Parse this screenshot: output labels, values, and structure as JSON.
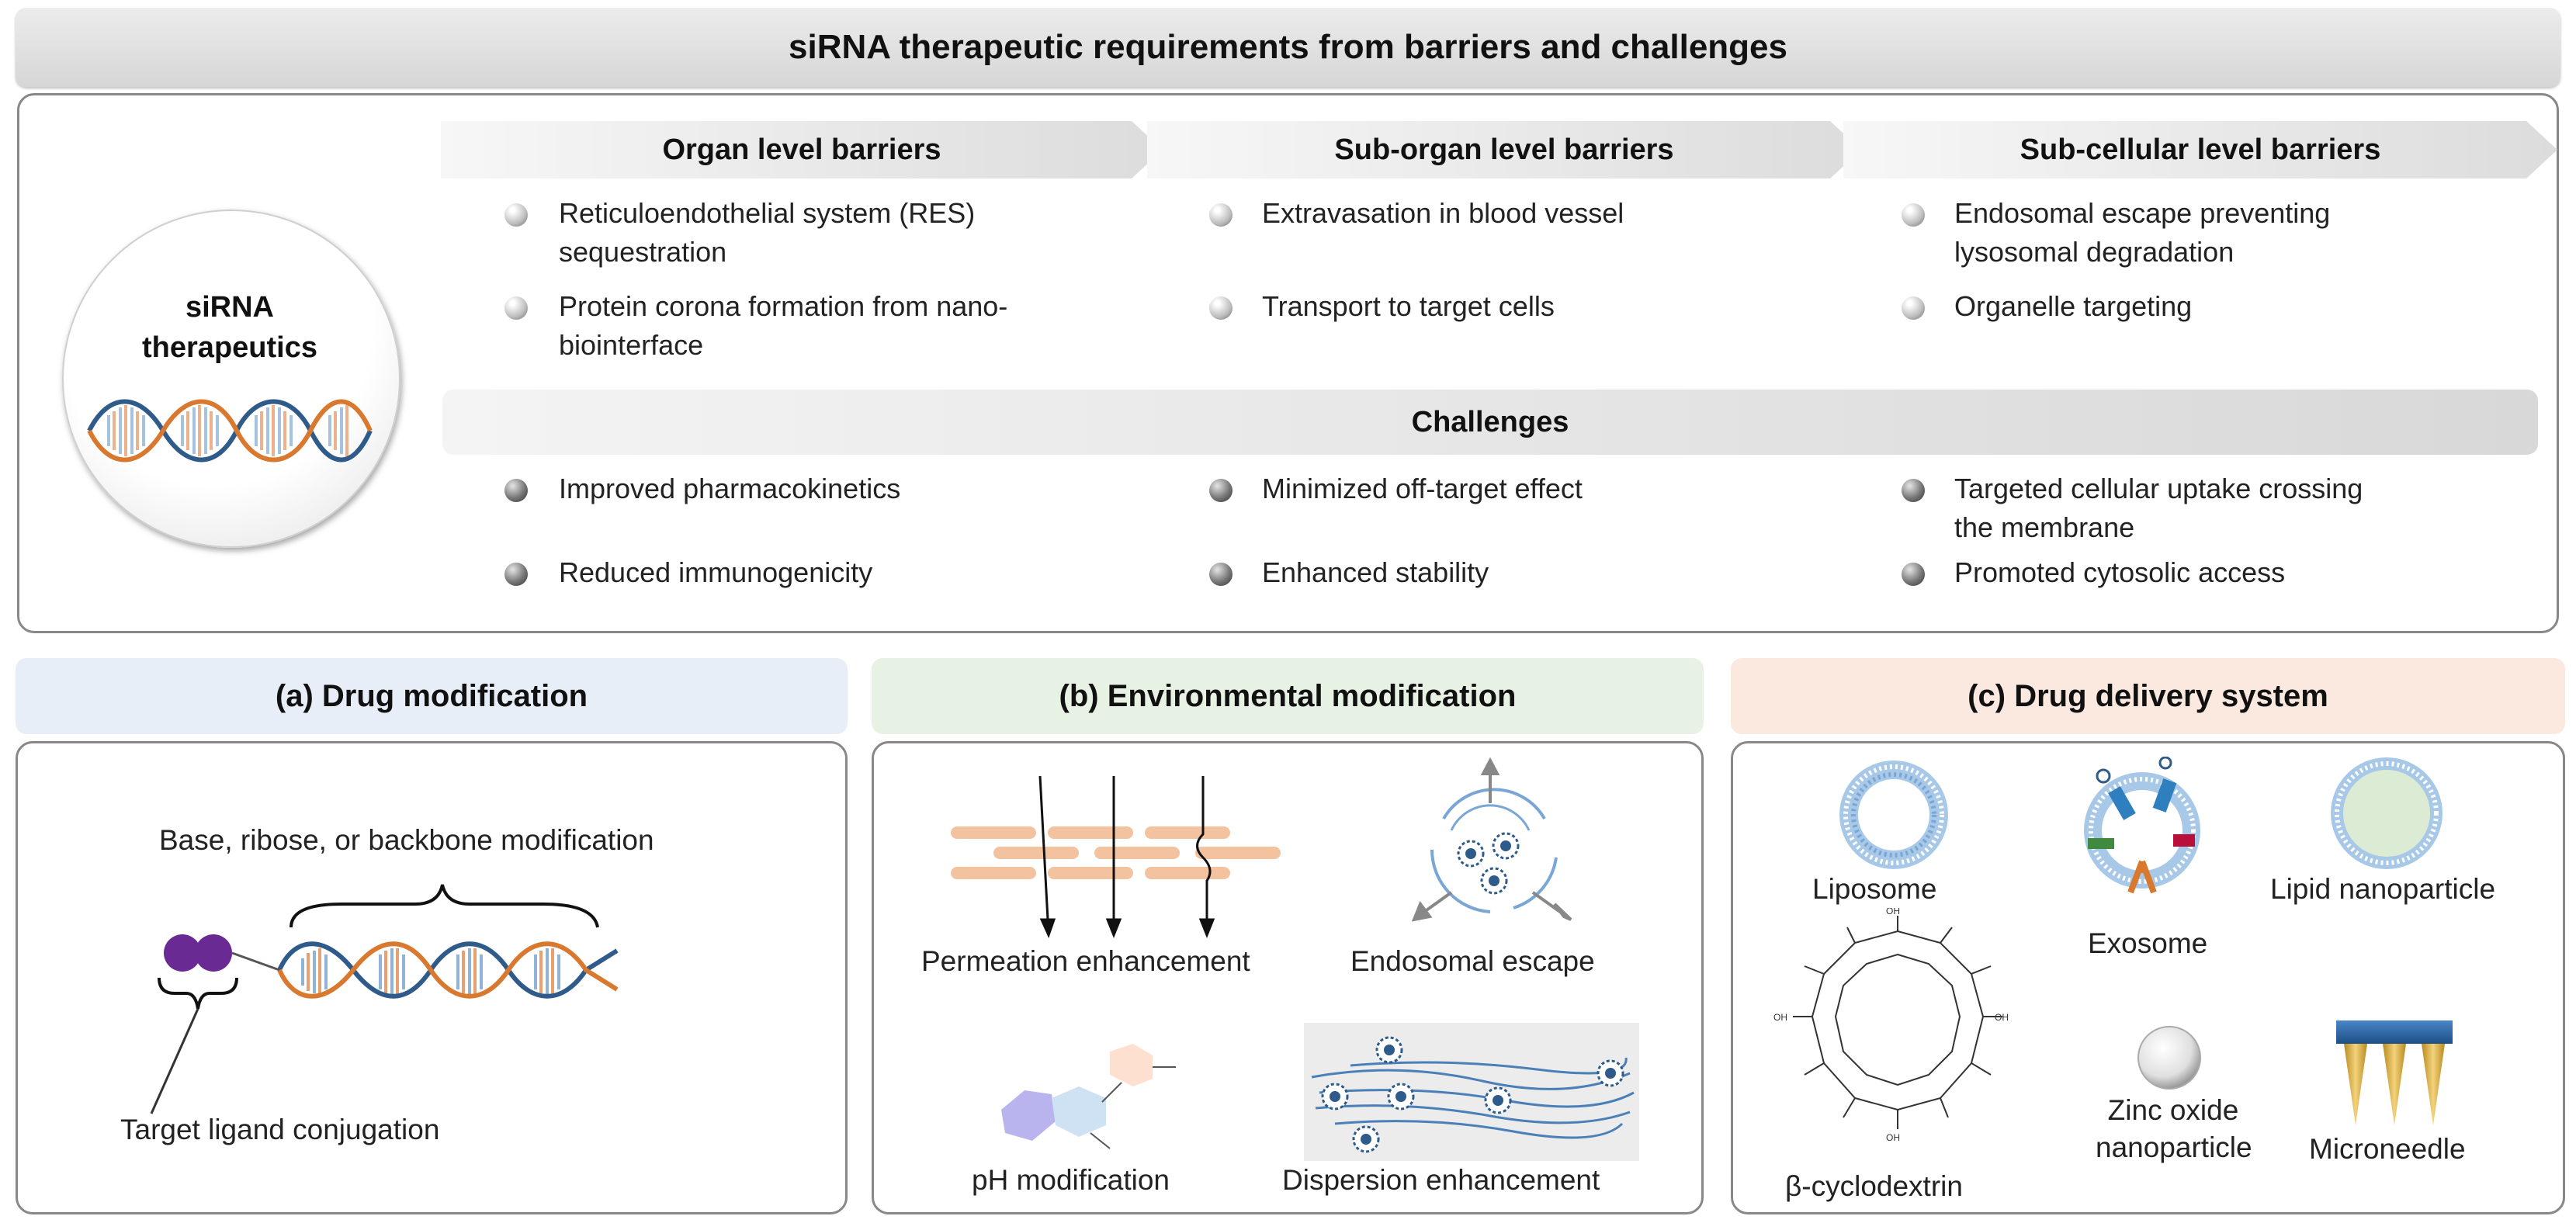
{
  "title": "siRNA therapeutic requirements from barriers and challenges",
  "center_label_line1": "siRNA",
  "center_label_line2": "therapeutics",
  "barriers": [
    {
      "heading": "Organ level barriers",
      "items": [
        [
          "Reticuloendothelial system (RES)",
          "sequestration"
        ],
        [
          "Protein corona formation from nano-",
          "biointerface"
        ]
      ]
    },
    {
      "heading": "Sub-organ level barriers",
      "items": [
        [
          "Extravasation in blood vessel"
        ],
        [
          "Transport to target cells"
        ]
      ]
    },
    {
      "heading": "Sub-cellular level barriers",
      "items": [
        [
          "Endosomal escape preventing",
          "lysosomal degradation"
        ],
        [
          "Organelle targeting"
        ]
      ]
    }
  ],
  "challenges": {
    "heading": "Challenges",
    "columns": [
      [
        [
          "Improved pharmacokinetics"
        ],
        [
          "Reduced immunogenicity"
        ]
      ],
      [
        [
          "Minimized off-target effect"
        ],
        [
          "Enhanced stability"
        ]
      ],
      [
        [
          "Targeted cellular uptake crossing",
          "the membrane"
        ],
        [
          "Promoted cytosolic access"
        ]
      ]
    ]
  },
  "sections": {
    "a": {
      "letter": "(a)",
      "title": "Drug modification",
      "color": "#e8eef8",
      "modification_label": "Base, ribose, or backbone modification",
      "ligand_label": "Target ligand conjugation"
    },
    "b": {
      "letter": "(b)",
      "title": "Environmental modification",
      "color": "#e8f2e4",
      "permeation": "Permeation enhancement",
      "endosomal": "Endosomal escape",
      "ph": "pH modification",
      "dispersion": "Dispersion enhancement"
    },
    "c": {
      "letter": "(c)",
      "title": "Drug delivery system",
      "color": "#fbe8de",
      "liposome": "Liposome",
      "exosome": "Exosome",
      "lipid_np": "Lipid nanoparticle",
      "cyclodextrin": "β-cyclodextrin",
      "zinc_line1": "Zinc oxide",
      "zinc_line2": "nanoparticle",
      "microneedle": "Microneedle"
    }
  },
  "colors": {
    "dna_blue": "#2f5b8a",
    "dna_orange": "#d9792f",
    "membrane_blue": "#8fb4d8",
    "ligand_purple": "#6a2a93",
    "needle_gold": "#e0b64a",
    "needle_base": "#2a5f9a"
  }
}
